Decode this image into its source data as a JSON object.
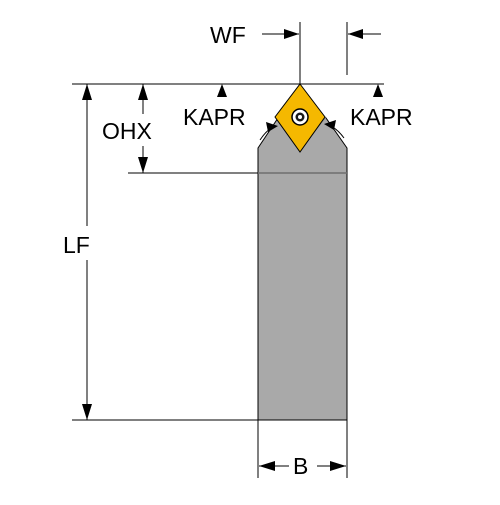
{
  "labels": {
    "wf": "WF",
    "ohx": "OHX",
    "kapr_left": "KAPR",
    "kapr_right": "KAPR",
    "lf": "LF",
    "b": "B"
  },
  "colors": {
    "shank": "#a9a9a9",
    "shank_edge": "#000000",
    "insert": "#f5b800",
    "insert_edge": "#000000",
    "screw": "#ffffff",
    "dimension_line": "#000000"
  },
  "icons": {
    "insert": "rhombic-insert-icon",
    "screw": "torx-screw-icon"
  }
}
